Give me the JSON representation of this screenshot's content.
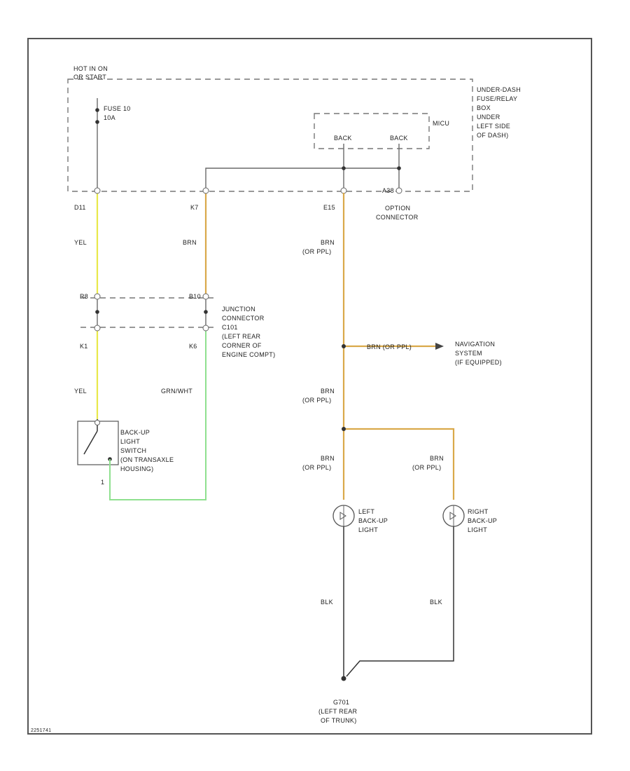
{
  "labels": {
    "hot_in_on_1": "HOT IN ON",
    "hot_in_on_2": "OR START",
    "fuse_1": "FUSE 10",
    "fuse_2": "10A",
    "ufb_1": "UNDER-DASH",
    "ufb_2": "FUSE/RELAY",
    "ufb_3": "BOX",
    "ufb_4": "UNDER",
    "ufb_5": "LEFT SIDE",
    "ufb_6": "OF DASH)",
    "mcu": "MICU",
    "back_1": "BACK",
    "back_2": "BACK",
    "pin_d11": "D11",
    "pin_k7": "K7",
    "pin_e15": "E15",
    "pin_a38": "A38",
    "option_1": "OPTION",
    "option_2": "CONNECTOR",
    "yel_1": "YEL",
    "brn_1": "BRN",
    "brn_2a": "BRN",
    "brn_2b": "(OR PPL)",
    "pin_r8": "R8",
    "pin_b10": "B10",
    "pin_k1": "K1",
    "pin_k6": "K6",
    "jc_1": "JUNCTION",
    "jc_2": "CONNECTOR",
    "jc_3": "C101",
    "jc_4": "(LEFT REAR",
    "jc_5": "CORNER OF",
    "jc_6": "ENGINE COMPT)",
    "brn_ppl_mid": "BRN (OR PPL)",
    "nav_1": "NAVIGATION",
    "nav_2": "SYSTEM",
    "nav_3": "(IF EQUIPPED)",
    "yel_2": "YEL",
    "grn_wht": "GRN/WHT",
    "brn_3a": "BRN",
    "brn_3b": "(OR PPL)",
    "bl_1": "BACK-UP",
    "bl_2": "LIGHT",
    "bl_3": "SWITCH",
    "bl_4": "(ON TRANSAXLE",
    "bl_5": "HOUSING)",
    "pin_1": "1",
    "brn_4a": "BRN",
    "brn_4b": "(OR PPL)",
    "brn_5a": "BRN",
    "brn_5b": "(OR PPL)",
    "lbl_left_1": "LEFT",
    "lbl_left_2": "BACK-UP",
    "lbl_left_3": "LIGHT",
    "lbl_right_1": "RIGHT",
    "lbl_right_2": "BACK-UP",
    "lbl_right_3": "LIGHT",
    "blk_1": "BLK",
    "blk_2": "BLK",
    "g_1": "G701",
    "g_2": "(LEFT REAR",
    "g_3": "OF TRUNK)",
    "footer": "2251741"
  },
  "colors": {
    "yel": "#e8e84a",
    "brn": "#d9a94a",
    "grn_wht": "#8fe08f",
    "blk": "#333333"
  }
}
